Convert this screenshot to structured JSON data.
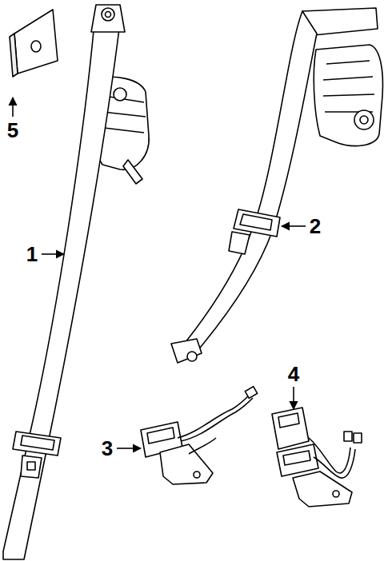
{
  "diagram": {
    "labels": [
      "5",
      "1",
      "2",
      "3",
      "4"
    ]
  }
}
